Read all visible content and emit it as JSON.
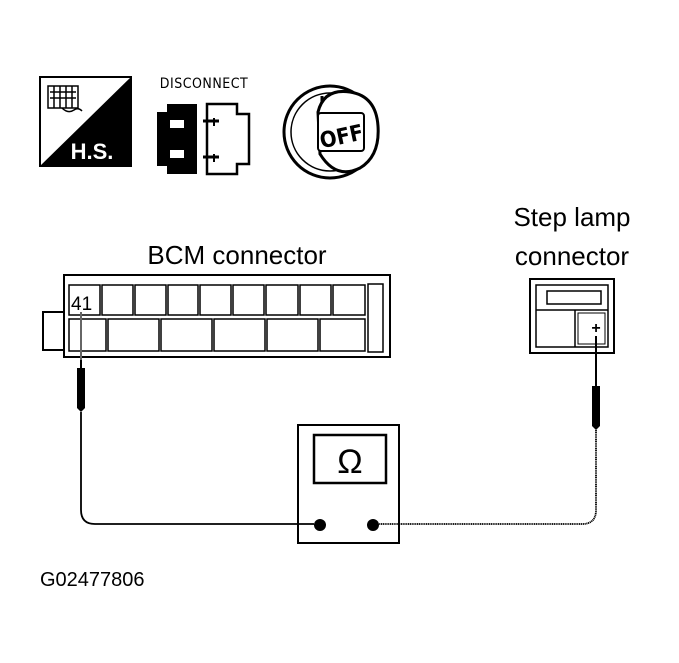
{
  "icons": {
    "hs_text": "H.S.",
    "disconnect_text": "DISCONNECT",
    "ignition_text": "OFF"
  },
  "bcm": {
    "label": "BCM connector",
    "terminal": "41"
  },
  "step_lamp": {
    "label_line1": "Step lamp",
    "label_line2": "connector",
    "terminal_symbol": "+"
  },
  "meter": {
    "symbol": "Ω"
  },
  "figure_id": "G02477806",
  "colors": {
    "ink": "#000000",
    "paper": "#ffffff",
    "hatch_gray": "#bdbdbd"
  }
}
